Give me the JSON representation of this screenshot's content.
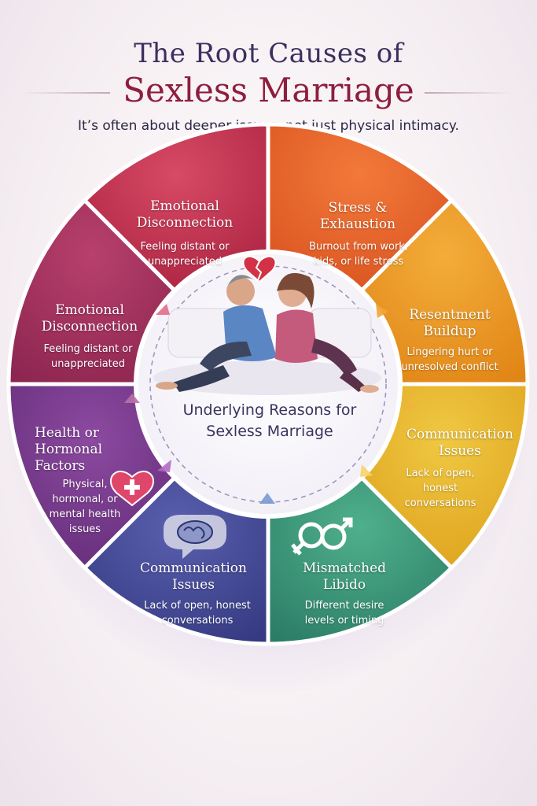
{
  "header": {
    "title_line1": "The Root Causes of",
    "title_line2": "Sexless Marriage",
    "subtitle": "It’s often about deeper issues, not just physical intimacy."
  },
  "center": {
    "label": "Underlying Reasons for Sexless Marriage"
  },
  "segments": [
    {
      "title": "Emotional Disconnection",
      "description": "Feeling distant or unappreciated",
      "color": "#c62f52",
      "icon": "broken-heart-icon"
    },
    {
      "title": "Stress & Exhaustion",
      "description": "Burnout from work, kids, or life stress",
      "color": "#e8622a"
    },
    {
      "title": "Resentment Buildup",
      "description": "Lingering hurt or unresolved conflict",
      "color": "#ec9a24"
    },
    {
      "title": "Communication Issues",
      "description": "Lack of open, honest conversations",
      "color": "#e6b82a"
    },
    {
      "title": "Mismatched Libido",
      "description": "Different desire levels or timing",
      "color": "#3e9a7a",
      "icon": "gender-symbols-icon"
    },
    {
      "title": "Communication Issues",
      "description": "Lack of open, honest conversations",
      "color": "#474c9a",
      "icon": "speech-bubble-icon"
    },
    {
      "title": "Health or Hormonal Factors",
      "description": "Physical, hormonal, or mental health issues",
      "color": "#7a3a8e",
      "icon": "heart-medical-icon"
    },
    {
      "title": "Emotional Disconnection",
      "description": "Feeling distant or unappreciated",
      "color": "#a6305e"
    }
  ]
}
